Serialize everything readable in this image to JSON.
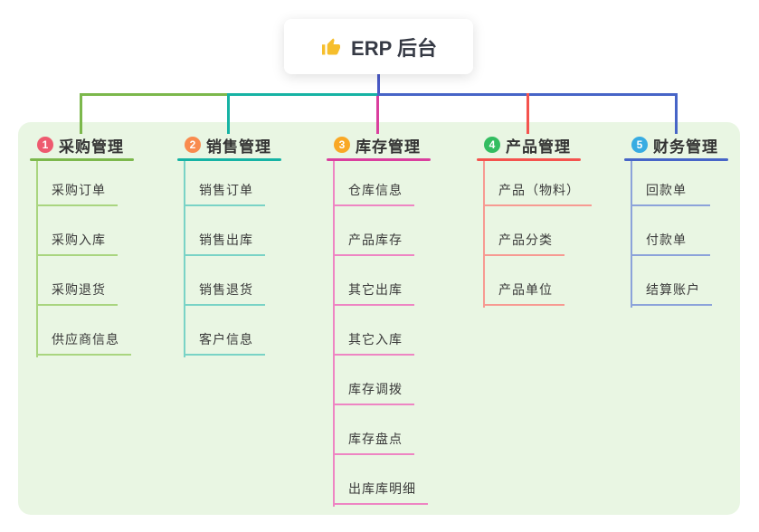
{
  "root": {
    "label": "ERP 后台",
    "icon": "thumbs-up-icon",
    "icon_color": "#F6BE2C",
    "connector_color": "#4A5AC7"
  },
  "panel": {
    "color": "#E9F6E3"
  },
  "branches": [
    {
      "number": "1",
      "label": "采购管理",
      "badge_color": "#EE5A6F",
      "line_color": "#7CB84C",
      "child_line_color": "#A9D57F",
      "children": [
        "采购订单",
        "采购入库",
        "采购退货",
        "供应商信息"
      ]
    },
    {
      "number": "2",
      "label": "销售管理",
      "badge_color": "#F98B4E",
      "line_color": "#16B3A4",
      "child_line_color": "#79D3C6",
      "children": [
        "销售订单",
        "销售出库",
        "销售退货",
        "客户信息"
      ]
    },
    {
      "number": "3",
      "label": "库存管理",
      "badge_color": "#F9A825",
      "line_color": "#DA3F9E",
      "child_line_color": "#EE85C3",
      "children": [
        "仓库信息",
        "产品库存",
        "其它出库",
        "其它入库",
        "库存调拨",
        "库存盘点",
        "出库库明细"
      ]
    },
    {
      "number": "4",
      "label": "产品管理",
      "badge_color": "#33BD61",
      "line_color": "#F4534E",
      "child_line_color": "#F79A92",
      "children": [
        "产品（物料）",
        "产品分类",
        "产品单位"
      ]
    },
    {
      "number": "5",
      "label": "财务管理",
      "badge_color": "#38ACE2",
      "line_color": "#4765C7",
      "child_line_color": "#8CA3DA",
      "children": [
        "回款单",
        "付款单",
        "结算账户"
      ]
    }
  ]
}
